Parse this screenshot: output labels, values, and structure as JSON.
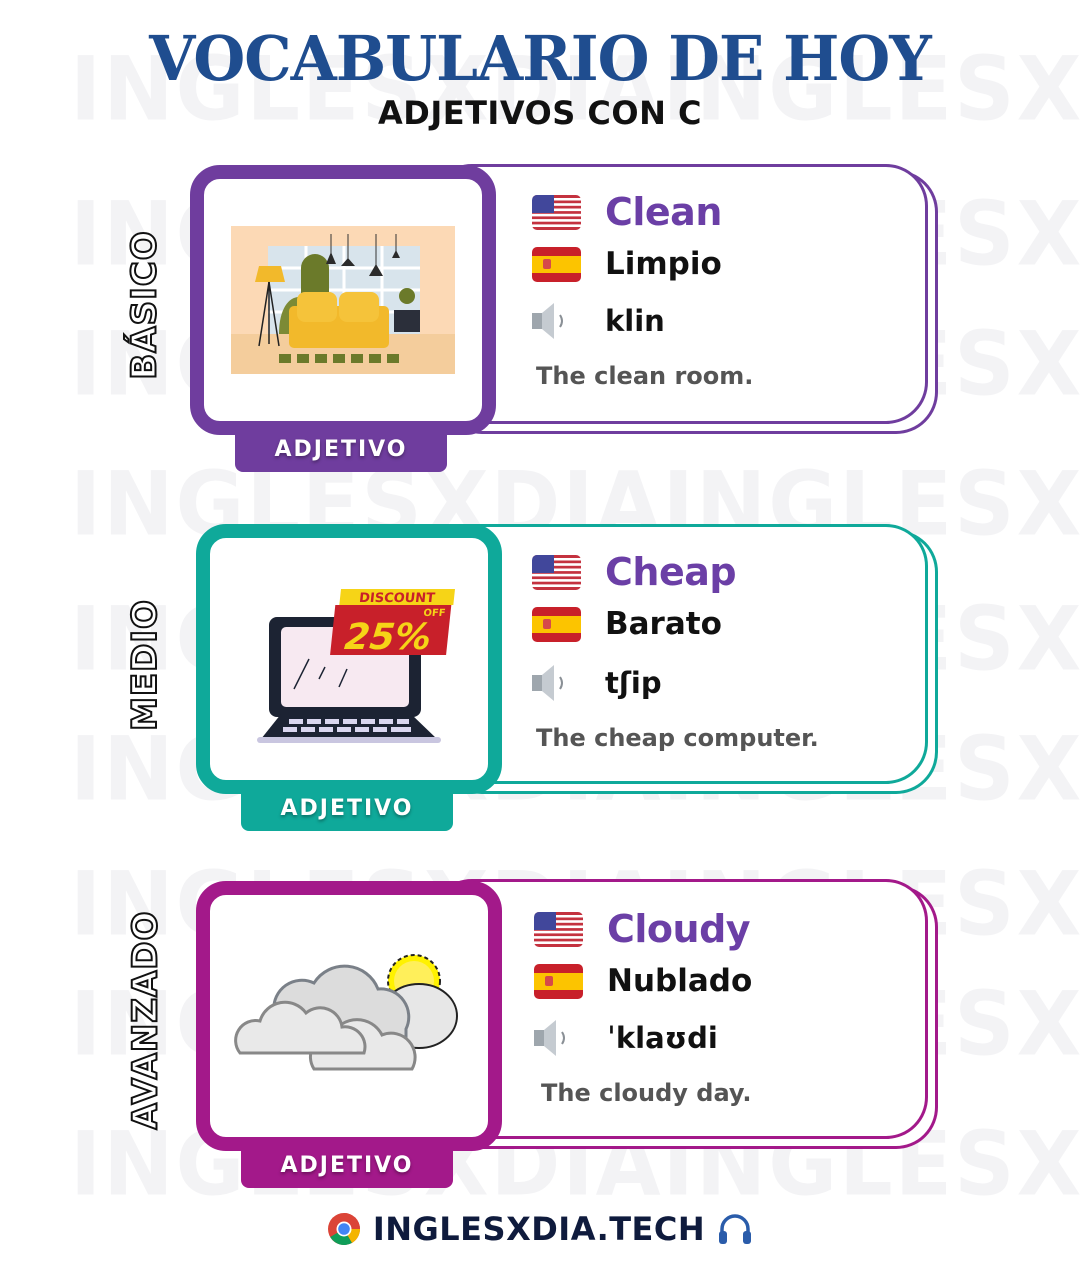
{
  "header": {
    "title": "VOCABULARIO DE HOY",
    "subtitle": "ADJETIVOS CON C"
  },
  "watermark": {
    "text": "INGLESXDIA"
  },
  "colors": {
    "title_blue": "#1f4d8f",
    "basico_purple": "#6f3d9e",
    "medio_teal": "#0fa99a",
    "avanzado_magenta": "#a3198a",
    "english_word": "#6b3fa6",
    "example_gray": "#555555"
  },
  "cards": [
    {
      "level": "BÁSICO",
      "tag": "ADJETIVO",
      "image": "living-room-illustration",
      "english": "Clean",
      "spanish": "Limpio",
      "phonetic": "klin",
      "example": "The clean room."
    },
    {
      "level": "MEDIO",
      "tag": "ADJETIVO",
      "image": "laptop-discount-illustration",
      "image_badge": {
        "line1": "DISCOUNT",
        "line2": "OFF",
        "value": "25%"
      },
      "english": "Cheap",
      "spanish": "Barato",
      "phonetic": "tʃip",
      "example": "The cheap computer."
    },
    {
      "level": "AVANZADO",
      "tag": "ADJETIVO",
      "image": "clouds-sun-illustration",
      "english": "Cloudy",
      "spanish": "Nublado",
      "phonetic": "ˈklaʊdi",
      "example": "The cloudy day."
    }
  ],
  "icons": {
    "english_flag": "us-flag-icon",
    "spanish_flag": "spain-flag-icon",
    "pronunciation": "speaker-icon",
    "browser": "chrome-icon",
    "audio": "headphones-icon"
  },
  "footer": {
    "site": "INGLESXDIA.TECH"
  }
}
